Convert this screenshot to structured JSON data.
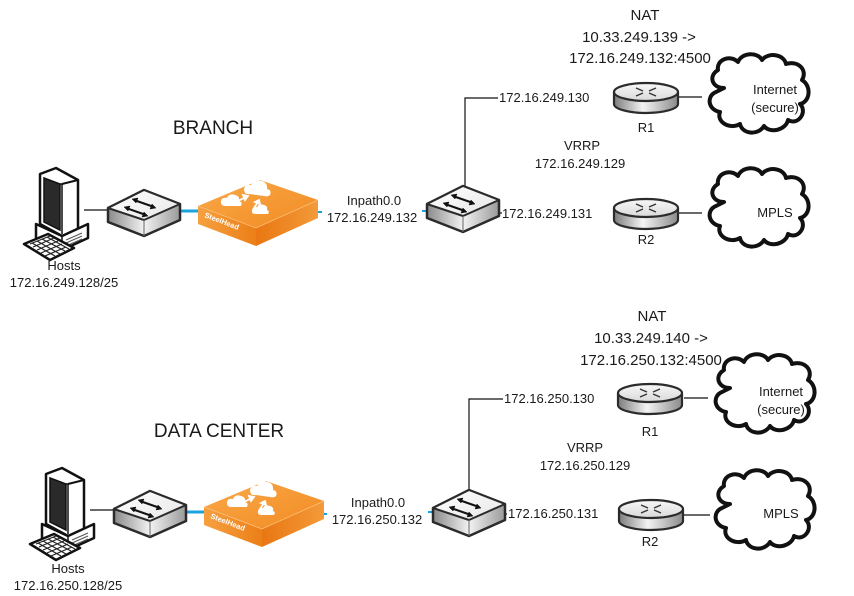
{
  "colors": {
    "link_black": "#111111",
    "link_blue": "#1aa3dd",
    "steelhead_orange": "#f39028",
    "steelhead_light": "#f7ac55",
    "device_outline": "#2b2b2b"
  },
  "sites": [
    {
      "title": "BRANCH",
      "hosts": {
        "label": "Hosts",
        "subnet": "172.16.249.128/25"
      },
      "steelhead": {
        "brand": "SteelHead",
        "interface": "Inpath0.0",
        "ip": "172.16.249.132"
      },
      "nat": {
        "label": "NAT",
        "from": "10.33.249.139 ->",
        "to": "172.16.249.132:4500"
      },
      "vrrp": {
        "label": "VRRP",
        "ip": "172.16.249.129"
      },
      "r1": {
        "name": "R1",
        "ip": "172.16.249.130",
        "cloud": [
          "Internet",
          "(secure)"
        ]
      },
      "r2": {
        "name": "R2",
        "ip": "172.16.249.131",
        "cloud": [
          "MPLS"
        ]
      }
    },
    {
      "title": "DATA CENTER",
      "hosts": {
        "label": "Hosts",
        "subnet": "172.16.250.128/25"
      },
      "steelhead": {
        "brand": "SteelHead",
        "interface": "Inpath0.0",
        "ip": "172.16.250.132"
      },
      "nat": {
        "label": "NAT",
        "from": "10.33.249.140 ->",
        "to": "172.16.250.132:4500"
      },
      "vrrp": {
        "label": "VRRP",
        "ip": "172.16.250.129"
      },
      "r1": {
        "name": "R1",
        "ip": "172.16.250.130",
        "cloud": [
          "Internet",
          "(secure)"
        ]
      },
      "r2": {
        "name": "R2",
        "ip": "172.16.250.131",
        "cloud": [
          "MPLS"
        ]
      }
    }
  ],
  "icons": {
    "host": "desktop-computer-icon",
    "switch": "network-switch-icon",
    "steelhead": "steelhead-appliance-icon",
    "router": "router-icon",
    "cloud": "cloud-icon"
  }
}
